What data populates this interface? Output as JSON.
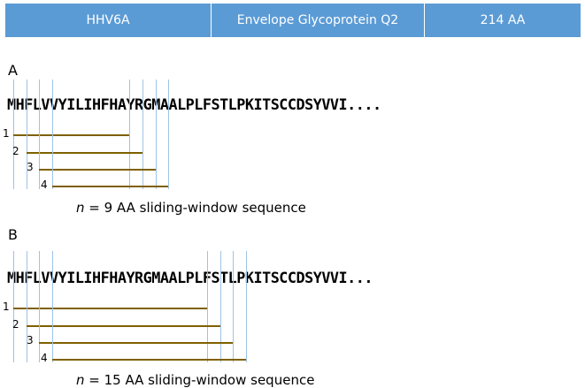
{
  "header": {
    "cells": [
      "HHV6A",
      "Envelope Glycoprotein Q2",
      "214 AA"
    ]
  },
  "sequence": "MHFLVVYILIHFHAYRGMAALPLFSTLPKITSCCDSYVVI",
  "panels": [
    {
      "label": "A",
      "ellipsis": "....",
      "window_size": 9,
      "caption_prefix": "n",
      "caption_text": " = 9 AA sliding-window sequence",
      "windows": [
        "1",
        "2",
        "3",
        "4"
      ]
    },
    {
      "label": "B",
      "ellipsis": "...",
      "window_size": 15,
      "caption_prefix": "n",
      "caption_text": " = 15 AA sliding-window sequence",
      "windows": [
        "1",
        "2",
        "3",
        "4"
      ]
    }
  ],
  "colors": {
    "header": "#5b9bd5",
    "guide_lines": "#9dc3e6",
    "window_bars": "#7f6000"
  }
}
